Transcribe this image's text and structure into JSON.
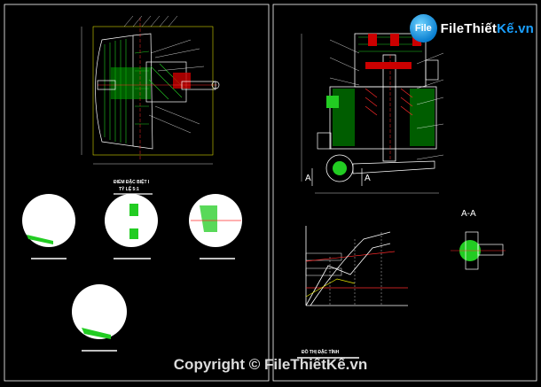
{
  "logo": {
    "badge": "File",
    "brand": "FileThiết",
    "domain": "Kế.vn"
  },
  "copyright": "Copyright © FileThiếtKế.vn",
  "section_label": "A-A",
  "section_marks": [
    "A",
    "A"
  ],
  "left_caption_1": "ĐIỂM ĐẶC BIỆT I",
  "left_caption_2": "TỶ LỆ 5:1",
  "graph_caption": "ĐỒ THỊ ĐẶC TÍNH",
  "colors": {
    "line": "#ffffff",
    "hatch": "#22cc22",
    "red": "#ff2a2a",
    "yellow": "#e8e800",
    "accent": "#1aa0ff"
  },
  "icons": [
    "file-logo-icon",
    "copyright-icon"
  ]
}
